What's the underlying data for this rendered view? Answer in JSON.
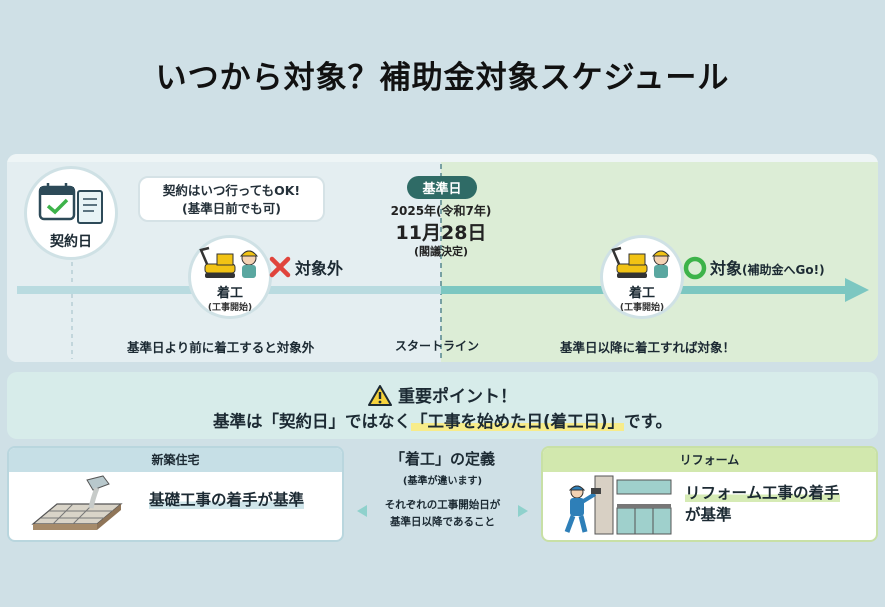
{
  "title": "いつから対象？補助金対象スケジュール",
  "timeline": {
    "contract_label": "契約日",
    "contract_bubble_line1": "契約はいつ行ってもOK!",
    "contract_bubble_line2": "(基準日前でも可)",
    "kijunbi_tag": "基準日",
    "kijunbi_year": "2025年(令和7年)",
    "kijunbi_date": "11月28日",
    "kijunbi_note": "(閣議決定)",
    "start_label": "着工",
    "start_sub": "(工事開始)",
    "out_label": "対象外",
    "in_label": "対象",
    "in_note": "(補助金へGo!)",
    "left_caption": "基準日より前に着工すると対象外",
    "center_caption": "スタートライン",
    "right_caption": "基準日以降に着工すれば対象！"
  },
  "point": {
    "head": "重要ポイント！",
    "body_pre": "基準は「契約日」ではなく",
    "body_hl": "「工事を始めた日(着工日)」",
    "body_post": "です。"
  },
  "cards": {
    "left_header": "新築住宅",
    "left_text": "基礎工事の着手が基準",
    "right_header": "リフォーム",
    "right_line1": "リフォーム工事の着手",
    "right_line2": "が基準"
  },
  "definition": {
    "title": "「着工」の定義",
    "sub": "(基準が違います)",
    "line1": "それぞれの工事開始日が",
    "line2": "基準日以降であること"
  },
  "colors": {
    "accent_teal": "#2f6b66",
    "ng_red": "#e0443c",
    "ok_green": "#3db34a",
    "arrow_teal": "#7cc7c1"
  }
}
